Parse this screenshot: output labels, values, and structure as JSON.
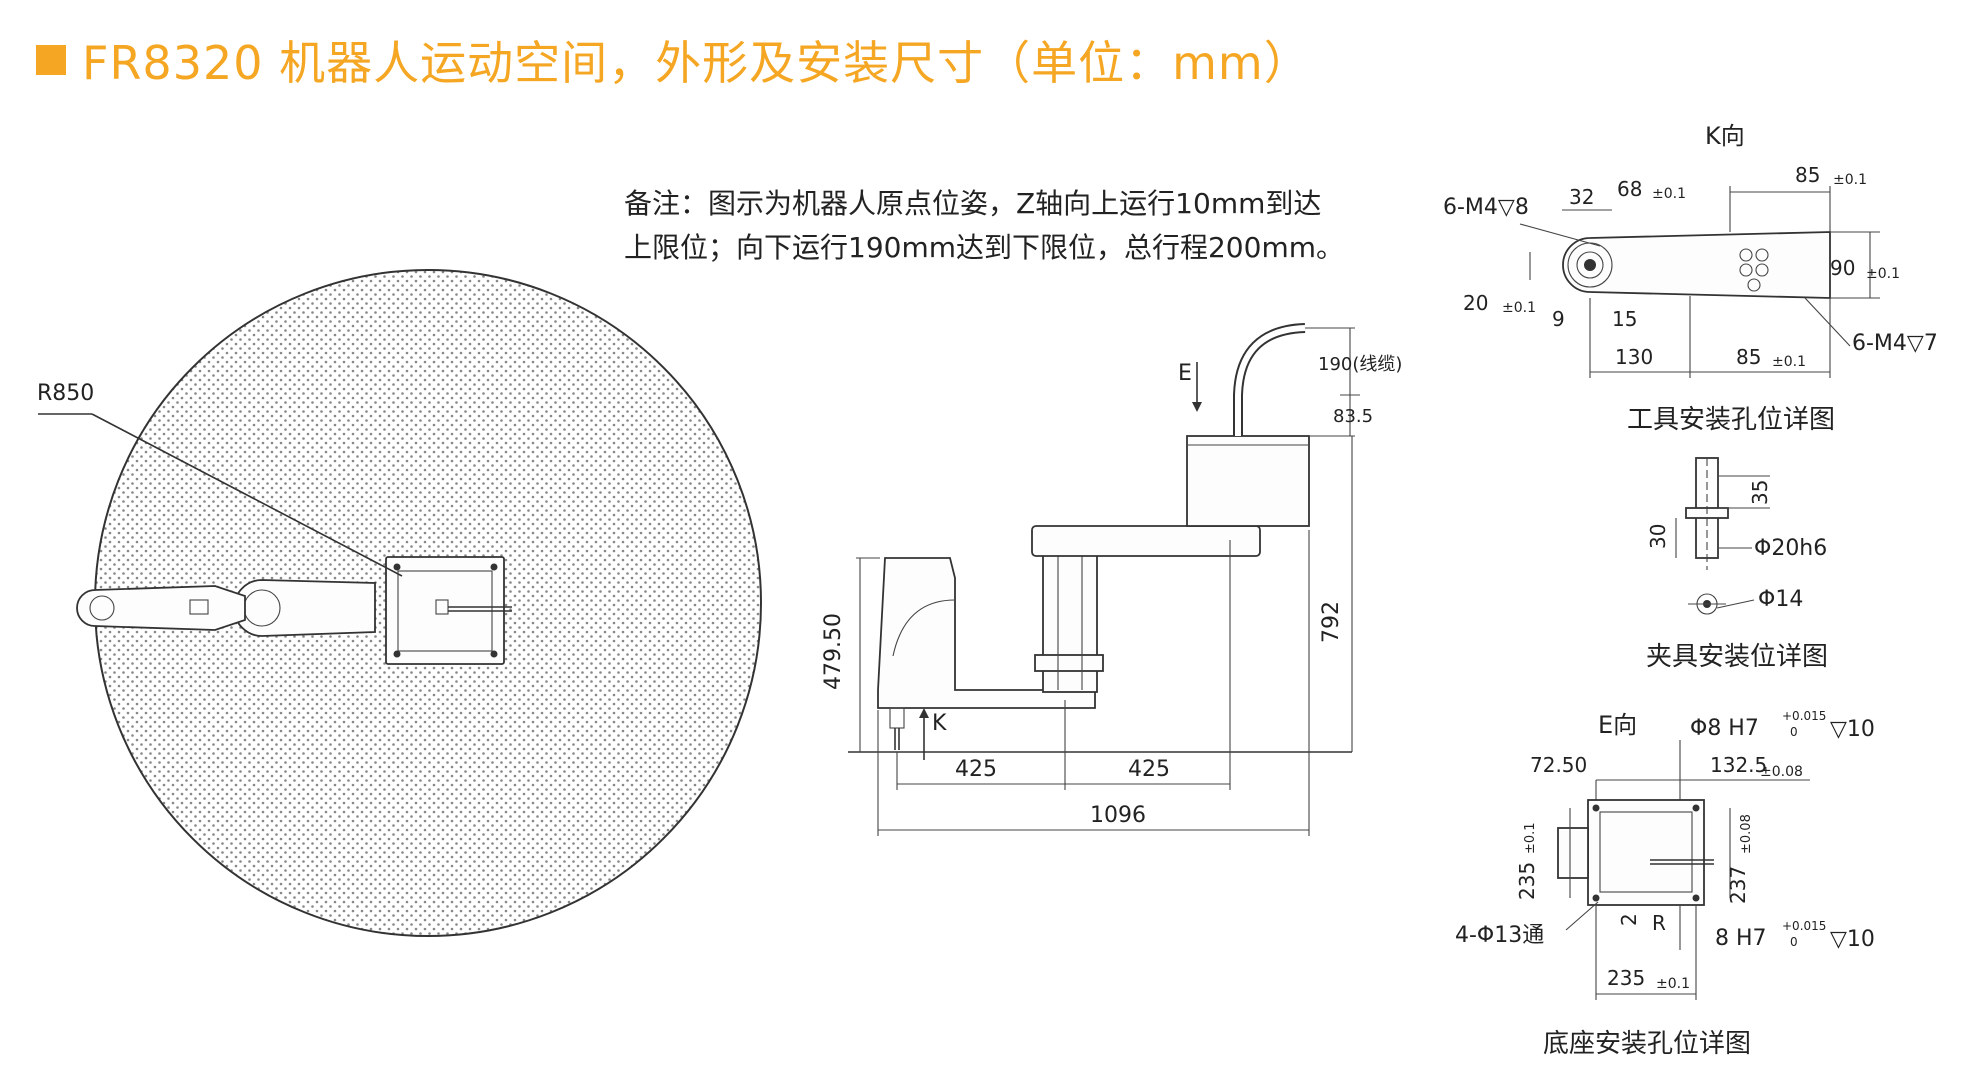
{
  "title": {
    "text": "FR8320 机器人运动空间，外形及安装尺寸（单位：mm）",
    "accent_color": "#f5a623"
  },
  "note": {
    "line1": "备注：图示为机器人原点位姿，Z轴向上运行10mm到达",
    "line2": "上限位；向下运行190mm达到下限位，总行程200mm。"
  },
  "workspace": {
    "radius_label": "R850"
  },
  "side_view": {
    "e_label": "E",
    "k_label": "K",
    "cable": "190(线缆)",
    "d83": "83.5",
    "h479": "479.50",
    "h792": "792",
    "w425a": "425",
    "w425b": "425",
    "w1096": "1096"
  },
  "tool_view": {
    "k_view": "K向",
    "m4_8": "6-M4▽8",
    "d32": "32",
    "d68": "68",
    "t68": "±0.1",
    "d85top": "85",
    "t85top": "±0.1",
    "d90": "90",
    "t90": "±0.1",
    "d20": "20",
    "t20": "±0.1",
    "d9": "9",
    "d15": "15",
    "d130": "130",
    "d85bot": "85",
    "t85bot": "±0.1",
    "m4_7": "6-M4▽7",
    "caption": "工具安装孔位详图"
  },
  "clamp_view": {
    "d35": "35",
    "d30": "30",
    "phi20": "Φ20h6",
    "phi14": "Φ14",
    "caption": "夹具安装位详图"
  },
  "base_view": {
    "e_view": "E向",
    "phi8top": "Φ8 H7",
    "fit_top": "+0.015",
    "fit_bot": "0",
    "depth10a": "▽10",
    "d72": "72.50",
    "d132": "132.5",
    "t132": "±0.08",
    "d235l": "235",
    "t235l": "±0.1",
    "d237": "237",
    "t237": "±0.08",
    "holes": "4-Φ13通",
    "d2": "2",
    "r": "R",
    "phi8bot": "8 H7",
    "fit_top2": "+0.015",
    "fit_bot2": "0",
    "depth10b": "▽10",
    "d235b": "235",
    "t235b": "±0.1",
    "caption": "底座安装孔位详图"
  }
}
